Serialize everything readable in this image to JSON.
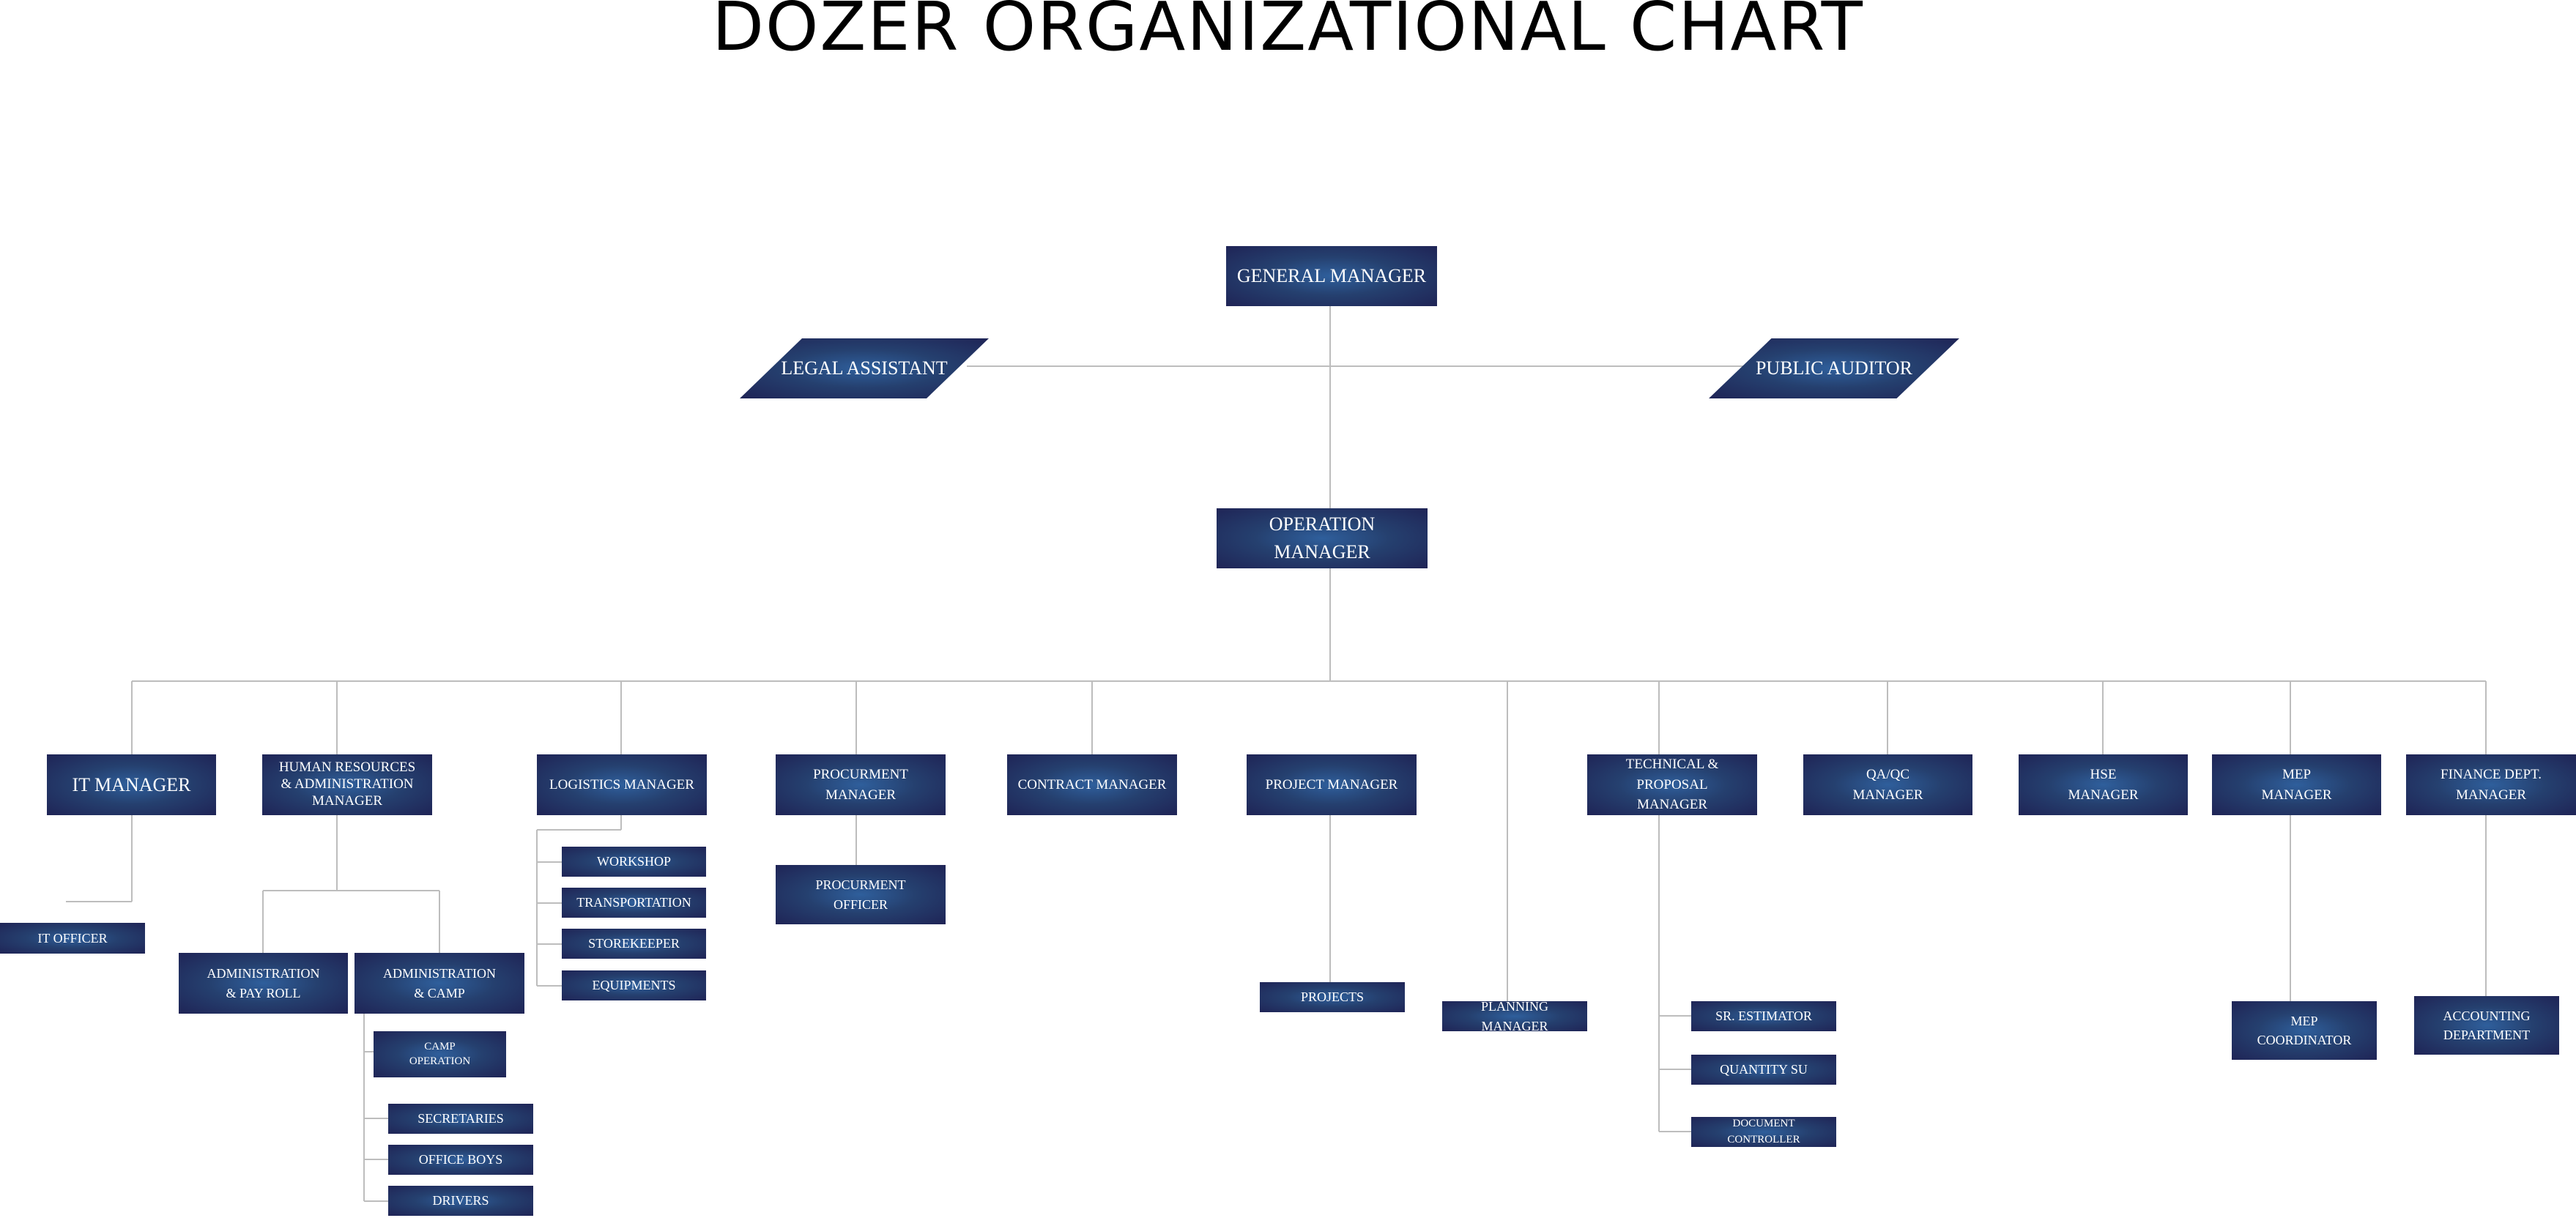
{
  "title": "DOZER ORGANIZATIONAL CHART",
  "colors": {
    "box_dark": "#1f2456",
    "box_light": "#2f5f9c",
    "connector": "#bdbdbd",
    "text": "#ffffff"
  },
  "nodes": {
    "general_manager": "GENERAL MANAGER",
    "legal_assistant": "LEGAL ASSISTANT",
    "public_auditor": "PUBLIC AUDITOR",
    "operation_manager": "OPERATION MANAGER",
    "it_manager": "IT MANAGER",
    "hr_admin_manager": "HUMAN RESOURCES\n& ADMINISTRATION\nMANAGER",
    "logistics_manager": "LOGISTICS MANAGER",
    "procurement_manager": "PROCURMENT\nMANAGER",
    "contract_manager": "CONTRACT MANAGER",
    "project_manager": "PROJECT MANAGER",
    "technical_proposal_manager": "TECHNICAL & PROPOSAL\nMANAGER",
    "qa_qc_manager": "QA/QC\nMANAGER",
    "hse_manager": "HSE\nMANAGER",
    "mep_manager": "MEP\nMANAGER",
    "finance_manager": "FINANCE DEPT.\nMANAGER",
    "it_officer": "IT OFFICER",
    "admin_payroll": "ADMINISTRATION\n& PAY ROLL",
    "admin_camp": "ADMINISTRATION\n& CAMP",
    "camp_operation": "CAMP\nOPERATION",
    "secretaries": "SECRETARIES",
    "office_boys": "OFFICE BOYS",
    "drivers": "DRIVERS",
    "workshop": "WORKSHOP",
    "transportation": "TRANSPORTATION",
    "storekeeper": "STOREKEEPER",
    "equipments": "EQUIPMENTS",
    "procurement_officer": "PROCURMENT\nOFFICER",
    "projects": "PROJECTS",
    "planning_manager": "PLANNING MANAGER",
    "sr_estimator": "SR. ESTIMATOR",
    "quantity_su": "QUANTITY SU",
    "document_controller": "DOCUMENT CONTROLLER",
    "mep_coordinator": "MEP\nCOORDINATOR",
    "accounting_department": "ACCOUNTING\nDEPARTMENT"
  }
}
